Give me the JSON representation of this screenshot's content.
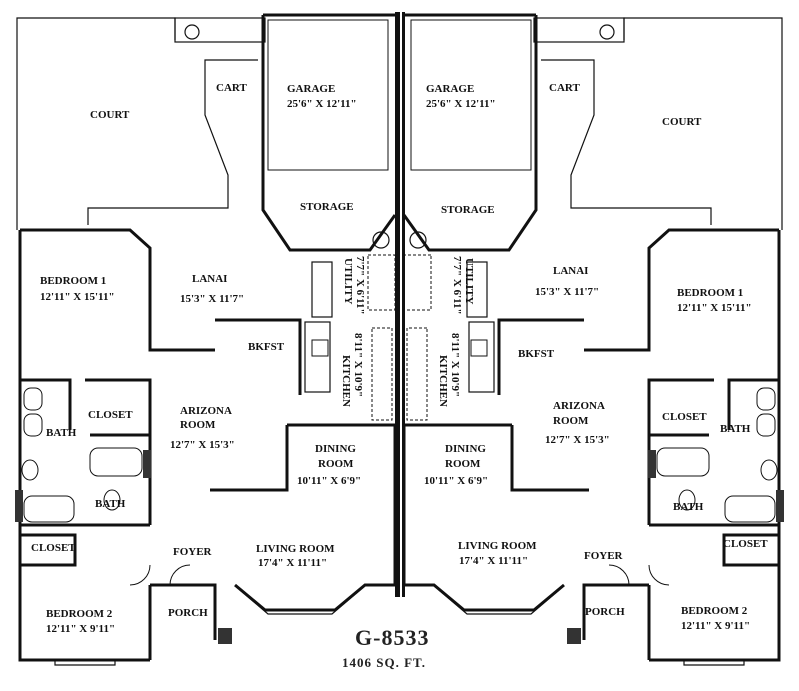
{
  "plan": {
    "model": "G-8533",
    "area": "1406 SQ. FT."
  },
  "rooms": {
    "left": {
      "court": "COURT",
      "cart": "CART",
      "garage": "GARAGE",
      "garage_dim": "25'6\" X 12'11\"",
      "storage": "STORAGE",
      "lanai": "LANAI",
      "lanai_dim": "15'3\" X 11'7\"",
      "utility": "UTILITY",
      "utility_dim": "7'7\" X 6'11\"",
      "bedroom1": "BEDROOM 1",
      "bedroom1_dim": "12'11\" X 15'11\"",
      "bkfst": "BKFST",
      "kitchen": "KITCHEN",
      "kitchen_dim": "8'11\" X 10'9\"",
      "closet1": "CLOSET",
      "arizona": "ARIZONA",
      "arizona2": "ROOM",
      "arizona_dim": "12'7\" X 15'3\"",
      "bath1": "BATH",
      "dining": "DINING",
      "dining2": "ROOM",
      "dining_dim": "10'11\" X 6'9\"",
      "bath2": "BATH",
      "closet2": "CLOSET",
      "foyer": "FOYER",
      "living": "LIVING ROOM",
      "living_dim": "17'4\" X 11'11\"",
      "porch": "PORCH",
      "bedroom2": "BEDROOM 2",
      "bedroom2_dim": "12'11\" X 9'11\""
    },
    "right": {
      "court": "COURT",
      "cart": "CART",
      "garage": "GARAGE",
      "garage_dim": "25'6\" X 12'11\"",
      "storage": "STORAGE",
      "lanai": "LANAI",
      "lanai_dim": "15'3\" X 11'7\"",
      "utility": "UTILITY",
      "utility_dim": "7'7\" X 6'11\"",
      "bedroom1": "BEDROOM 1",
      "bedroom1_dim": "12'11\" X 15'11\"",
      "bkfst": "BKFST",
      "kitchen": "KITCHEN",
      "kitchen_dim": "8'11\" X 10'9\"",
      "closet1": "CLOSET",
      "arizona": "ARIZONA",
      "arizona2": "ROOM",
      "arizona_dim": "12'7\" X 15'3\"",
      "bath1": "BATH",
      "dining": "DINING",
      "dining2": "ROOM",
      "dining_dim": "10'11\" X 6'9\"",
      "bath2": "BATH",
      "closet2": "CLOSET",
      "foyer": "FOYER",
      "living": "LIVING ROOM",
      "living_dim": "17'4\" X 11'11\"",
      "porch": "PORCH",
      "bedroom2": "BEDROOM 2",
      "bedroom2_dim": "12'11\" X 9'11\""
    }
  }
}
